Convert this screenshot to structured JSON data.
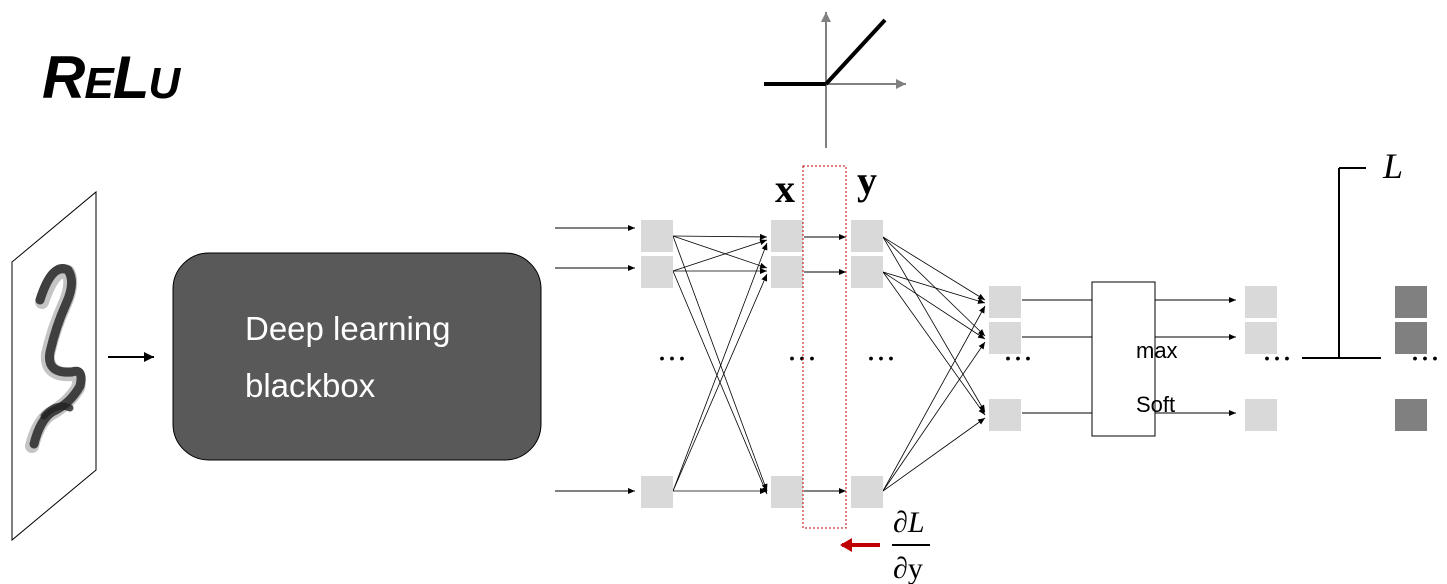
{
  "title": {
    "r": "R",
    "e": "E",
    "l": "L",
    "u": "U"
  },
  "blackbox": {
    "line1": "Deep learning",
    "line2": "blackbox"
  },
  "labels": {
    "x": "x",
    "y": "y",
    "loss": "L"
  },
  "ellipsis": "…",
  "softmax": {
    "top": "max",
    "bottom": "Soft"
  },
  "gradient": {
    "numerator": "∂L",
    "denominator": "∂y"
  },
  "colors": {
    "node": "#d9d9d9",
    "output_node": "#808080",
    "blackbox": "#595959",
    "highlight": "#c00000",
    "gradient_arrow": "#c00000",
    "axis": "#808080"
  }
}
